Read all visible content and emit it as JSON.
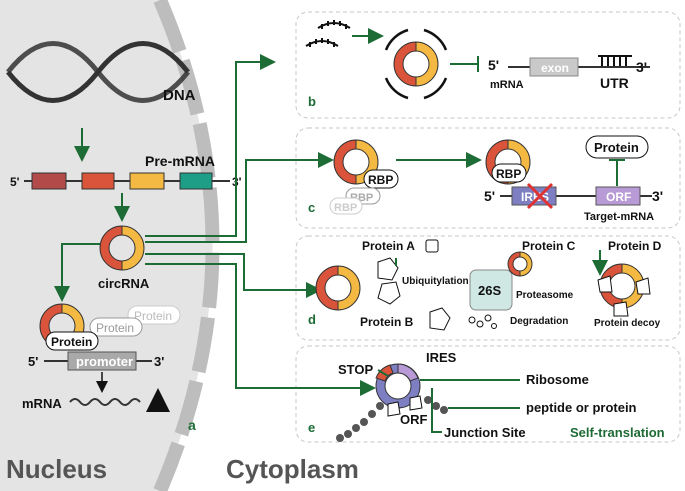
{
  "region_labels": {
    "nucleus": "Nucleus",
    "cytoplasm": "Cytoplasm"
  },
  "nucleus": {
    "dna": "DNA",
    "pre_mrna": "Pre-mRNA",
    "five_prime": "5'",
    "three_prime": "3'",
    "circrna": "circRNA",
    "protein_faded": "Protein",
    "protein_faded2": "Protein",
    "protein": "Protein",
    "promoter": "promoter",
    "mrna": "mRNA",
    "panel_a": "a"
  },
  "panel_b": {
    "letter": "b",
    "five_prime": "5'",
    "mrna": "mRNA",
    "exon": "exon",
    "utr": "UTR",
    "three_prime": "3'"
  },
  "panel_c": {
    "letter": "c",
    "rbp1": "RBP",
    "rbp_faded1": "RBP",
    "rbp_faded2": "RBP",
    "rbp2": "RBP",
    "protein": "Protein",
    "five_prime": "5'",
    "ires": "IRES",
    "orf": "ORF",
    "three_prime": "3'",
    "target_mrna": "Target-mRNA"
  },
  "panel_d": {
    "letter": "d",
    "protein_a": "Protein A",
    "ubiquitylation": "Ubiquitylation",
    "protein_b": "Protein B",
    "protein_c": "Protein C",
    "proteasome_26s": "26S",
    "proteasome": "Proteasome",
    "degradation": "Degradation",
    "protein_d": "Protein D",
    "protein_decoy": "Protein decoy"
  },
  "panel_e": {
    "letter": "e",
    "stop": "STOP",
    "ires": "IRES",
    "ribosome": "Ribosome",
    "peptide": "peptide or protein",
    "orf": "ORF",
    "junction": "Junction Site",
    "self_translation": "Self-translation"
  },
  "colors": {
    "green": "#1d6b35",
    "orange": "#f4b942",
    "red": "#d9543a",
    "purple": "#b79ad6",
    "nucleus_fill": "#e4e4e4",
    "membrane": "#bdbdbd",
    "teal": "#1e9e86",
    "maroon": "#b24a4a",
    "slate": "#7d7fc2"
  }
}
